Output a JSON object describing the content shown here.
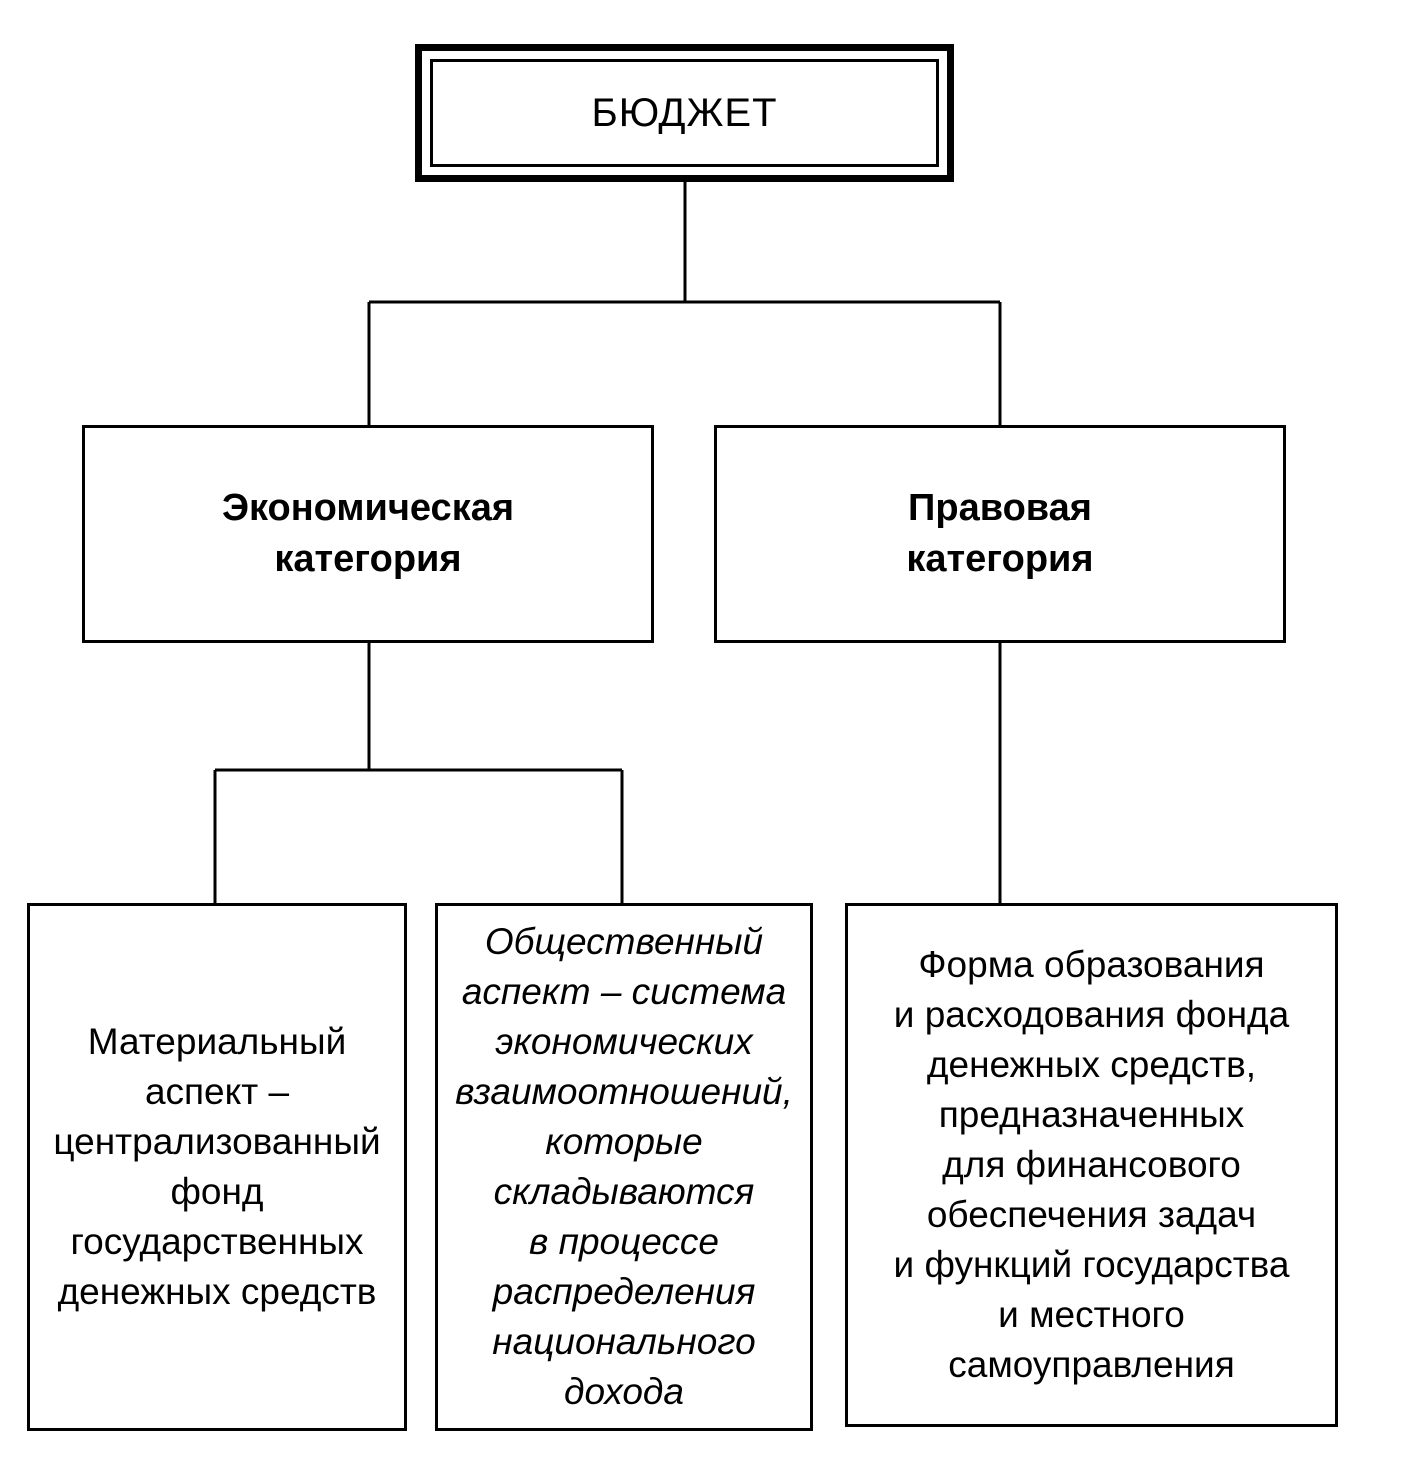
{
  "diagram": {
    "root": "БЮДЖЕТ",
    "economic_category": "Экономическая\nкатегория",
    "legal_category": "Правовая\nкатегория",
    "material_aspect": "Материальный\nаспект –\nцентрализованный\nфонд\nгосударственных\nденежных средств",
    "social_aspect": "Общественный\nаспект – система\nэкономических\nвзаимоотношений,\nкоторые\nскладываются\nв процессе\nраспределения\nнационального\nдохода",
    "legal_form": "Форма образования\nи расходования фонда\nденежных средств,\nпредназначенных\nдля финансового\nобеспечения задач\nи функций государства\nи местного\nсамоуправления"
  },
  "colors": {
    "line": "#000000",
    "background": "#ffffff"
  }
}
